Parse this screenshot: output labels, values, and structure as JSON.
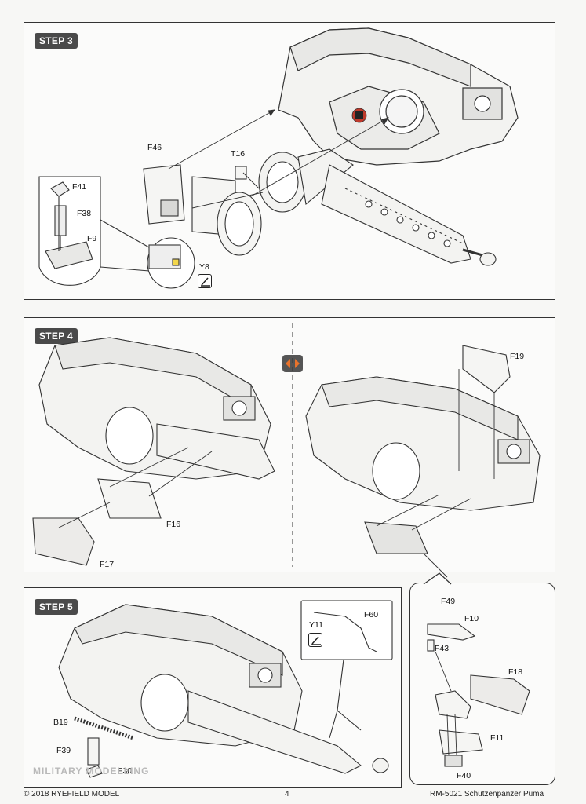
{
  "steps": {
    "step3": {
      "badge": "STEP 3",
      "labels": {
        "f46": "F46",
        "t16": "T16",
        "f41": "F41",
        "f38": "F38",
        "f9": "F9",
        "y8": "Y8"
      }
    },
    "step4": {
      "badge": "STEP 4",
      "labels": {
        "f16": "F16",
        "f17": "F17",
        "f19": "F19"
      }
    },
    "step5": {
      "badge": "STEP 5",
      "labels": {
        "y11": "Y11",
        "f60": "F60",
        "b19": "B19",
        "f39": "F39",
        "f30": "F30",
        "f49": "F49",
        "f10": "F10",
        "f43": "F43",
        "f18": "F18",
        "f11": "F11",
        "f40": "F40"
      }
    }
  },
  "watermark": "MILITARY MODELLING",
  "footer": {
    "copyright": "© 2018 RYEFIELD MODEL",
    "page_number": "4",
    "product": "RM-5021 Schützenpanzer Puma"
  },
  "colors": {
    "badge": "#4a4a4a",
    "line": "#333333",
    "paint_marker": "#c0392b",
    "swap_arrow": "#e8732c"
  },
  "icons": {
    "paint_marker": "paint-marker-icon",
    "decal": "decal-symbol-icon",
    "swap": "alternative-swap-icon"
  }
}
